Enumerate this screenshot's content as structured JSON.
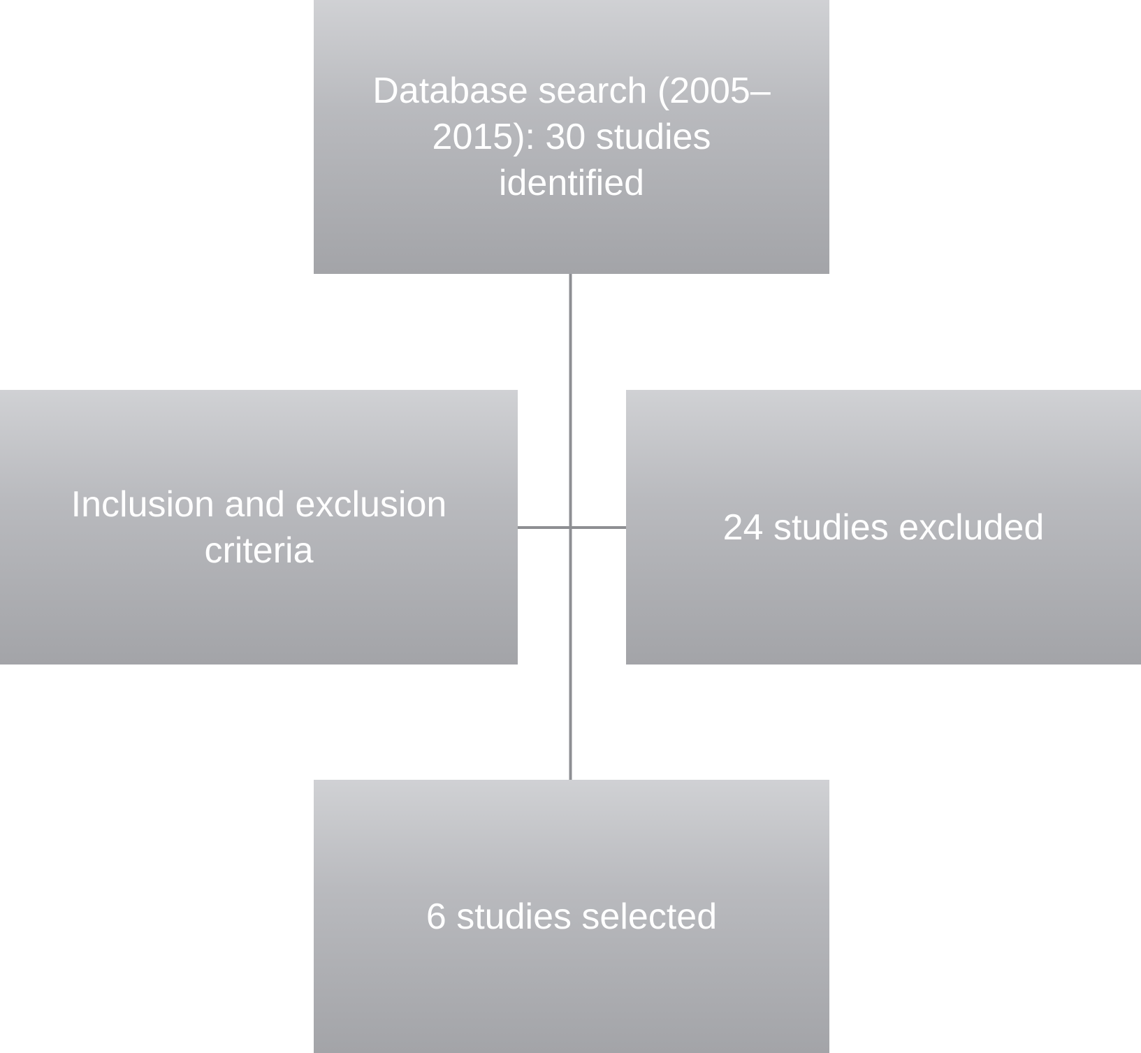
{
  "diagram": {
    "boxes": {
      "search": "Database search (2005–2015): 30 studies identified",
      "criteria": "Inclusion and exclusion criteria",
      "excluded": "24 studies excluded",
      "selected": "6 studies selected"
    },
    "colors": {
      "box_top": "#d0d1d4",
      "box_bottom": "#a3a4a8",
      "text": "#ffffff",
      "connector": "#8e8f93"
    }
  }
}
